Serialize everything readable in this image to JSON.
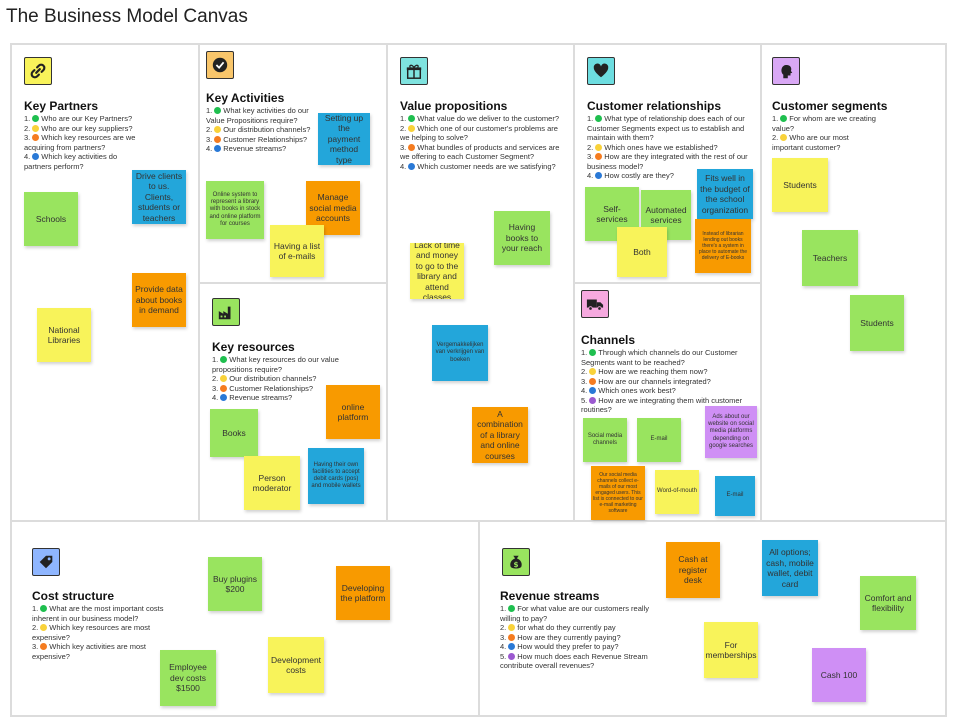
{
  "title": "The Business Model Canvas",
  "colors": {
    "green": "#1fbf4f",
    "yellow": "#f9d23a",
    "orange": "#f57c20",
    "blue": "#2a79d6",
    "purple": "#9b59d0"
  },
  "sections": {
    "key_partners": {
      "title": "Key Partners",
      "icon": "link-icon",
      "icon_bg": "#f8f35a",
      "questions": [
        {
          "n": "1.",
          "dot": "green",
          "text": "Who are our Key Partners?"
        },
        {
          "n": "2.",
          "dot": "yellow",
          "text": "Who are our key suppliers?"
        },
        {
          "n": "3.",
          "dot": "orange",
          "text": "Which key resources are we acquiring from partners?"
        },
        {
          "n": "4.",
          "dot": "blue",
          "text": "Which key activities do partners perform?"
        }
      ],
      "notes": [
        "Schools",
        "Drive clients to us. Clients, students or teachers",
        "Provide data about books in demand",
        "National Libraries"
      ]
    },
    "key_activities": {
      "title": "Key Activities",
      "icon": "check-icon",
      "icon_bg": "#f9c66b",
      "questions": [
        {
          "n": "1.",
          "dot": "green",
          "text": "What key activities do our Value Propositions require?"
        },
        {
          "n": "2.",
          "dot": "yellow",
          "text": "Our distribution channels?"
        },
        {
          "n": "3.",
          "dot": "orange",
          "text": "Customer Relationships?"
        },
        {
          "n": "4.",
          "dot": "blue",
          "text": "Revenue streams?"
        }
      ],
      "notes": [
        "Setting up the payment method type",
        "Online system to represent a library with books in stock and online platform for courses",
        "Manage social media accounts",
        "Having a list of e-mails"
      ]
    },
    "key_resources": {
      "title": "Key resources",
      "icon": "factory-icon",
      "icon_bg": "#99e45f",
      "questions": [
        {
          "n": "1.",
          "dot": "green",
          "text": "What key resources do our value propositions require?"
        },
        {
          "n": "2.",
          "dot": "yellow",
          "text": "Our distribution channels?"
        },
        {
          "n": "3.",
          "dot": "orange",
          "text": "Customer Relationships?"
        },
        {
          "n": "4.",
          "dot": "blue",
          "text": "Revenue streams?"
        }
      ],
      "notes": [
        "online platform",
        "Books",
        "Having their own facilities to accept debit cards (pos) and mobile wallets",
        "Person moderator"
      ]
    },
    "value_propositions": {
      "title": "Value propositions",
      "icon": "gift-icon",
      "icon_bg": "#7fe3df",
      "questions": [
        {
          "n": "1.",
          "dot": "green",
          "text": "What value do we deliver to the customer?"
        },
        {
          "n": "2.",
          "dot": "yellow",
          "text": "Which one of our customer's problems are we helping to solve?"
        },
        {
          "n": "3.",
          "dot": "orange",
          "text": "What bundles of products and services are we offering to each Customer Segment?"
        },
        {
          "n": "4.",
          "dot": "blue",
          "text": "Which customer needs are we satisfying?"
        }
      ],
      "notes": [
        "Having books to your reach",
        "Lack of time and money to go to the library and attend classes",
        "Vergemakkelijken van verkrijgen van boeken",
        "A combination of a library and online courses"
      ]
    },
    "customer_relationships": {
      "title": "Customer relationships",
      "icon": "heart-icon",
      "icon_bg": "#6ddde0",
      "questions": [
        {
          "n": "1.",
          "dot": "green",
          "text": "What type of relationship does each of our Customer Segments expect us to establish and maintain with them?"
        },
        {
          "n": "2.",
          "dot": "yellow",
          "text": "Which ones have we established?"
        },
        {
          "n": "3.",
          "dot": "orange",
          "text": "How are they integrated with the rest of our business model?"
        },
        {
          "n": "4.",
          "dot": "blue",
          "text": "How costly are they?"
        }
      ],
      "notes": [
        "Self-services",
        "Automated services",
        "Fits well in the budget of the school organization",
        "Both",
        "Instead of librarian lending out books there's a system in place to automate the delivery of E-books"
      ]
    },
    "channels": {
      "title": "Channels",
      "icon": "truck-icon",
      "icon_bg": "#f6a9df",
      "questions": [
        {
          "n": "1.",
          "dot": "green",
          "text": "Through which channels do our Customer Segments want to be reached?"
        },
        {
          "n": "2.",
          "dot": "yellow",
          "text": "How are we reaching them now?"
        },
        {
          "n": "3.",
          "dot": "orange",
          "text": "How are our channels integrated?"
        },
        {
          "n": "4.",
          "dot": "blue",
          "text": "Which ones work best?"
        },
        {
          "n": "5.",
          "dot": "purple",
          "text": "How are we integrating them with customer routines?"
        }
      ],
      "notes": [
        "Social media channels",
        "E-mail",
        "Ads about our website on social media platforms depending on google searches",
        "Our social media channels collect e-mails of our most engaged users. This list is connected to our e-mail marketing software",
        "Word-of-mouth",
        "E-mail"
      ]
    },
    "customer_segments": {
      "title": "Customer segments",
      "icon": "head-icon",
      "icon_bg": "#d9a8f5",
      "questions": [
        {
          "n": "1.",
          "dot": "green",
          "text": "For whom are we creating value?"
        },
        {
          "n": "2.",
          "dot": "yellow",
          "text": "Who are our most important customer?"
        }
      ],
      "notes": [
        "Students",
        "Teachers",
        "Students"
      ]
    },
    "cost_structure": {
      "title": "Cost structure",
      "icon": "tag-icon",
      "icon_bg": "#8fb6ff",
      "questions": [
        {
          "n": "1.",
          "dot": "green",
          "text": "What are the most important costs inherent in our business model?"
        },
        {
          "n": "2.",
          "dot": "yellow",
          "text": "Which key resources are most expensive?"
        },
        {
          "n": "3.",
          "dot": "orange",
          "text": "Which key activities are most expensive?"
        }
      ],
      "notes": [
        "Buy plugins $200",
        "Developing the platform",
        "Employee dev costs $1500",
        "Development costs"
      ]
    },
    "revenue_streams": {
      "title": "Revenue streams",
      "icon": "money-bag-icon",
      "icon_bg": "#99e45f",
      "questions": [
        {
          "n": "1.",
          "dot": "green",
          "text": "For what value are our customers really willing to pay?"
        },
        {
          "n": "2.",
          "dot": "yellow",
          "text": "for what do they currently pay"
        },
        {
          "n": "3.",
          "dot": "orange",
          "text": "How are they currently paying?"
        },
        {
          "n": "4.",
          "dot": "blue",
          "text": "How would they prefer to pay?"
        },
        {
          "n": "5.",
          "dot": "purple",
          "text": "How much does each Revenue Stream contribute overall revenues?"
        }
      ],
      "notes": [
        "Cash at register desk",
        "All options; cash, mobile wallet, debit card",
        "Comfort and flexibility",
        "For memberships",
        "Cash 100"
      ]
    }
  }
}
